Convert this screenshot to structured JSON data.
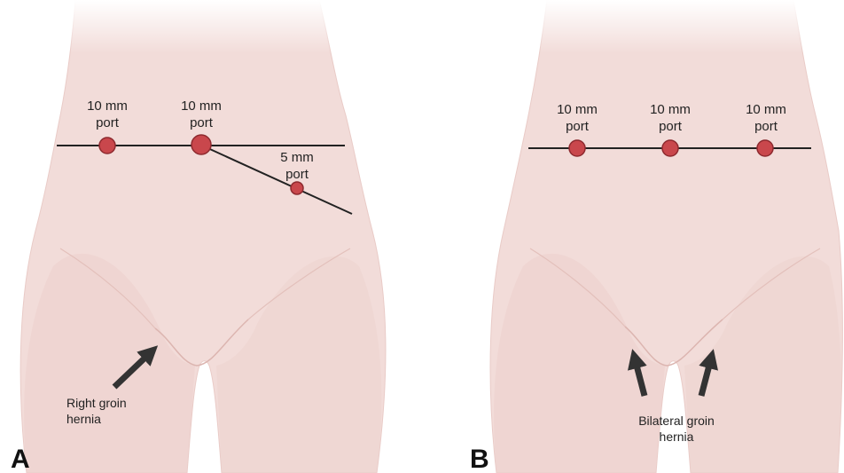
{
  "panels": [
    {
      "letter": "A",
      "ports": [
        {
          "line1": "10 mm",
          "line2": "port"
        },
        {
          "line1": "10 mm",
          "line2": "port"
        },
        {
          "line1": "5 mm",
          "line2": "port"
        }
      ],
      "annotation": {
        "line1": "Right groin",
        "line2": "hernia"
      }
    },
    {
      "letter": "B",
      "ports": [
        {
          "line1": "10 mm",
          "line2": "port"
        },
        {
          "line1": "10 mm",
          "line2": "port"
        },
        {
          "line1": "10 mm",
          "line2": "port"
        }
      ],
      "annotation": {
        "line1": "Bilateral groin",
        "line2": "hernia"
      }
    }
  ],
  "colors": {
    "skin": "#f2dcd9",
    "skin_shadow": "#e7c7c3",
    "port_fill": "#c9474c",
    "port_stroke": "#8e2a2f",
    "line": "#222222",
    "arrow": "#333333"
  }
}
